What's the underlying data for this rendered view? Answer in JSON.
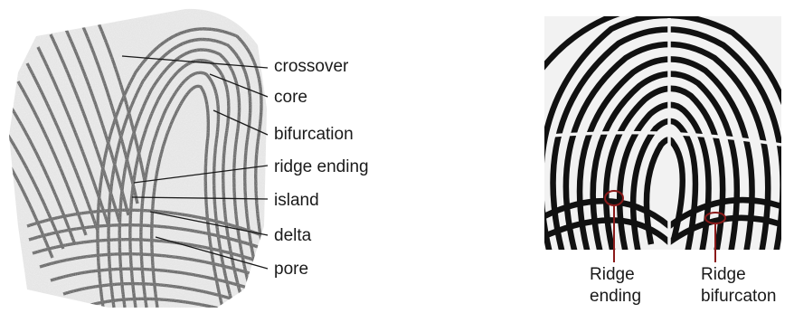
{
  "left_figure": {
    "labels": [
      "crossover",
      "core",
      "bifurcation",
      "ridge ending",
      "island",
      "delta",
      "pore"
    ]
  },
  "right_figure": {
    "ridge_ending": {
      "line1": "Ridge",
      "line2": "ending"
    },
    "ridge_bifurcation": {
      "line1": "Ridge",
      "line2": "bifurcaton"
    },
    "marker_color": "#8b1a1a"
  }
}
